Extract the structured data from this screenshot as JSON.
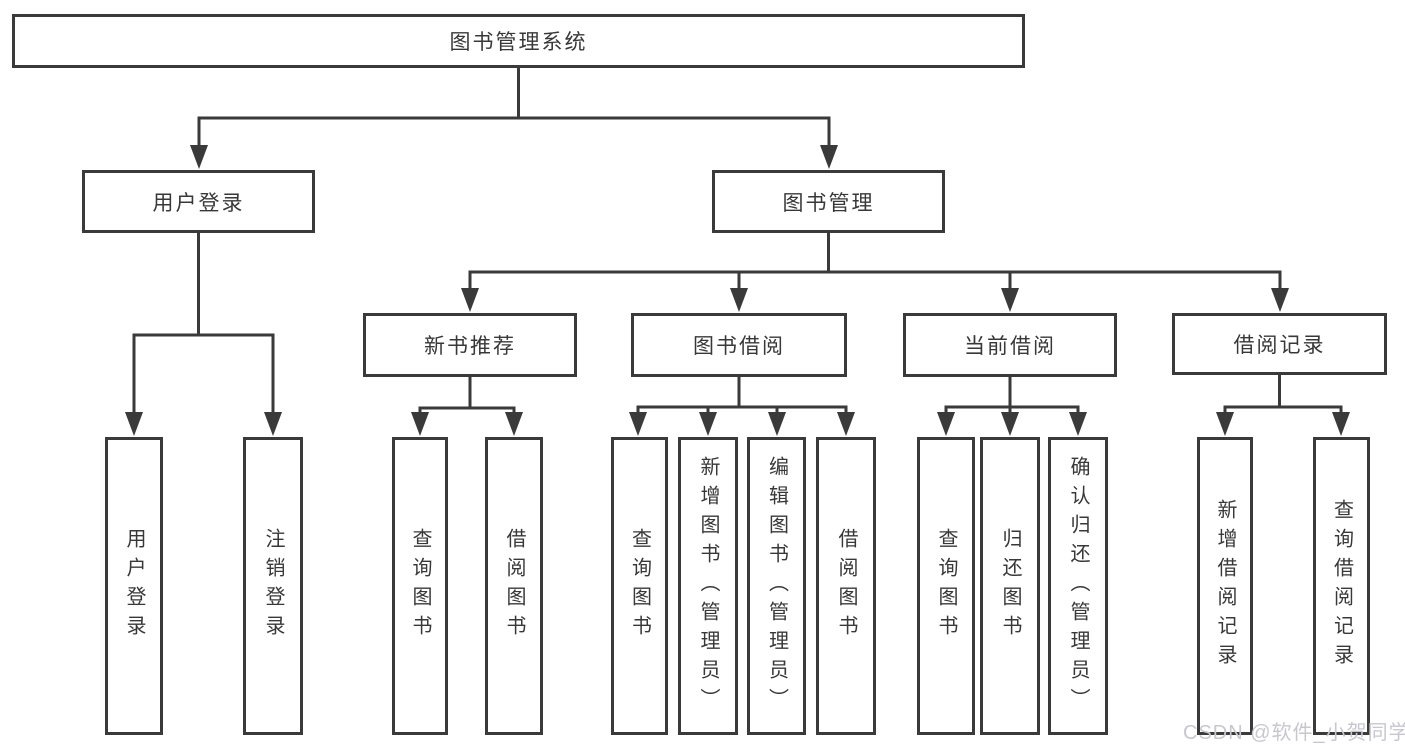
{
  "colors": {
    "line": "#3a3a3a",
    "box_border": "#3a3a3a",
    "text": "#383838",
    "watermark": "#c7c7cf",
    "background": "#ffffff"
  },
  "watermark": {
    "text": "CSDN @软件_小贺同学"
  },
  "tree": {
    "label": "图书管理系统",
    "children": [
      {
        "label": "用户登录",
        "children": [
          {
            "label": "用户登录"
          },
          {
            "label": "注销登录"
          }
        ]
      },
      {
        "label": "图书管理",
        "children": [
          {
            "label": "新书推荐",
            "children": [
              {
                "label": "查询图书"
              },
              {
                "label": "借阅图书"
              }
            ]
          },
          {
            "label": "图书借阅",
            "children": [
              {
                "label": "查询图书"
              },
              {
                "label": "新增图书（管理员）"
              },
              {
                "label": "编辑图书（管理员）"
              },
              {
                "label": "借阅图书"
              }
            ]
          },
          {
            "label": "当前借阅",
            "children": [
              {
                "label": "查询图书"
              },
              {
                "label": "归还图书"
              },
              {
                "label": "确认归还（管理员）"
              }
            ]
          },
          {
            "label": "借阅记录",
            "children": [
              {
                "label": "新增借阅记录"
              },
              {
                "label": "查询借阅记录"
              }
            ]
          }
        ]
      }
    ]
  }
}
